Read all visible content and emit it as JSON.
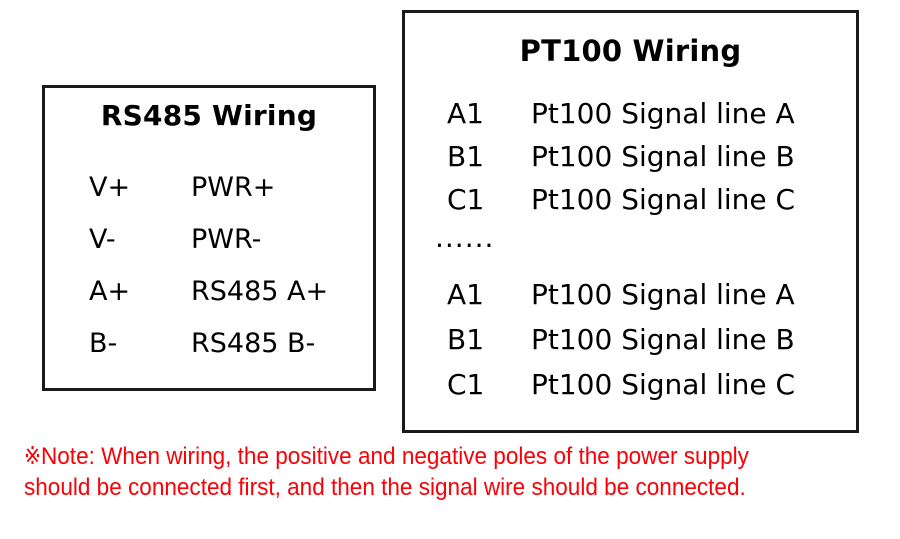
{
  "colors": {
    "border": "#1a1a1a",
    "text": "#000000",
    "note_red": "#fb0007",
    "background": "#ffffff"
  },
  "rs485_panel": {
    "title": "RS485 Wiring",
    "rows": [
      {
        "code": "V+",
        "description": "PWR+"
      },
      {
        "code": "V-",
        "description": "PWR-"
      },
      {
        "code": "A+",
        "description": "RS485 A+"
      },
      {
        "code": "B-",
        "description": "RS485 B-"
      }
    ]
  },
  "pt100_panel": {
    "title": "PT100 Wiring",
    "group_one": [
      {
        "code": "A1",
        "description": "Pt100 Signal line A"
      },
      {
        "code": "B1",
        "description": "Pt100 Signal line B"
      },
      {
        "code": "C1",
        "description": "Pt100 Signal line C"
      }
    ],
    "ellipsis": "......",
    "group_two": [
      {
        "code": "A1",
        "description": "Pt100 Signal line A"
      },
      {
        "code": "B1",
        "description": "Pt100 Signal line B"
      },
      {
        "code": "C1",
        "description": "Pt100 Signal line C"
      }
    ]
  },
  "note": {
    "text": "※Note: When wiring, the positive and negative poles of the power supply should be connected first, and then the signal wire should be connected."
  }
}
